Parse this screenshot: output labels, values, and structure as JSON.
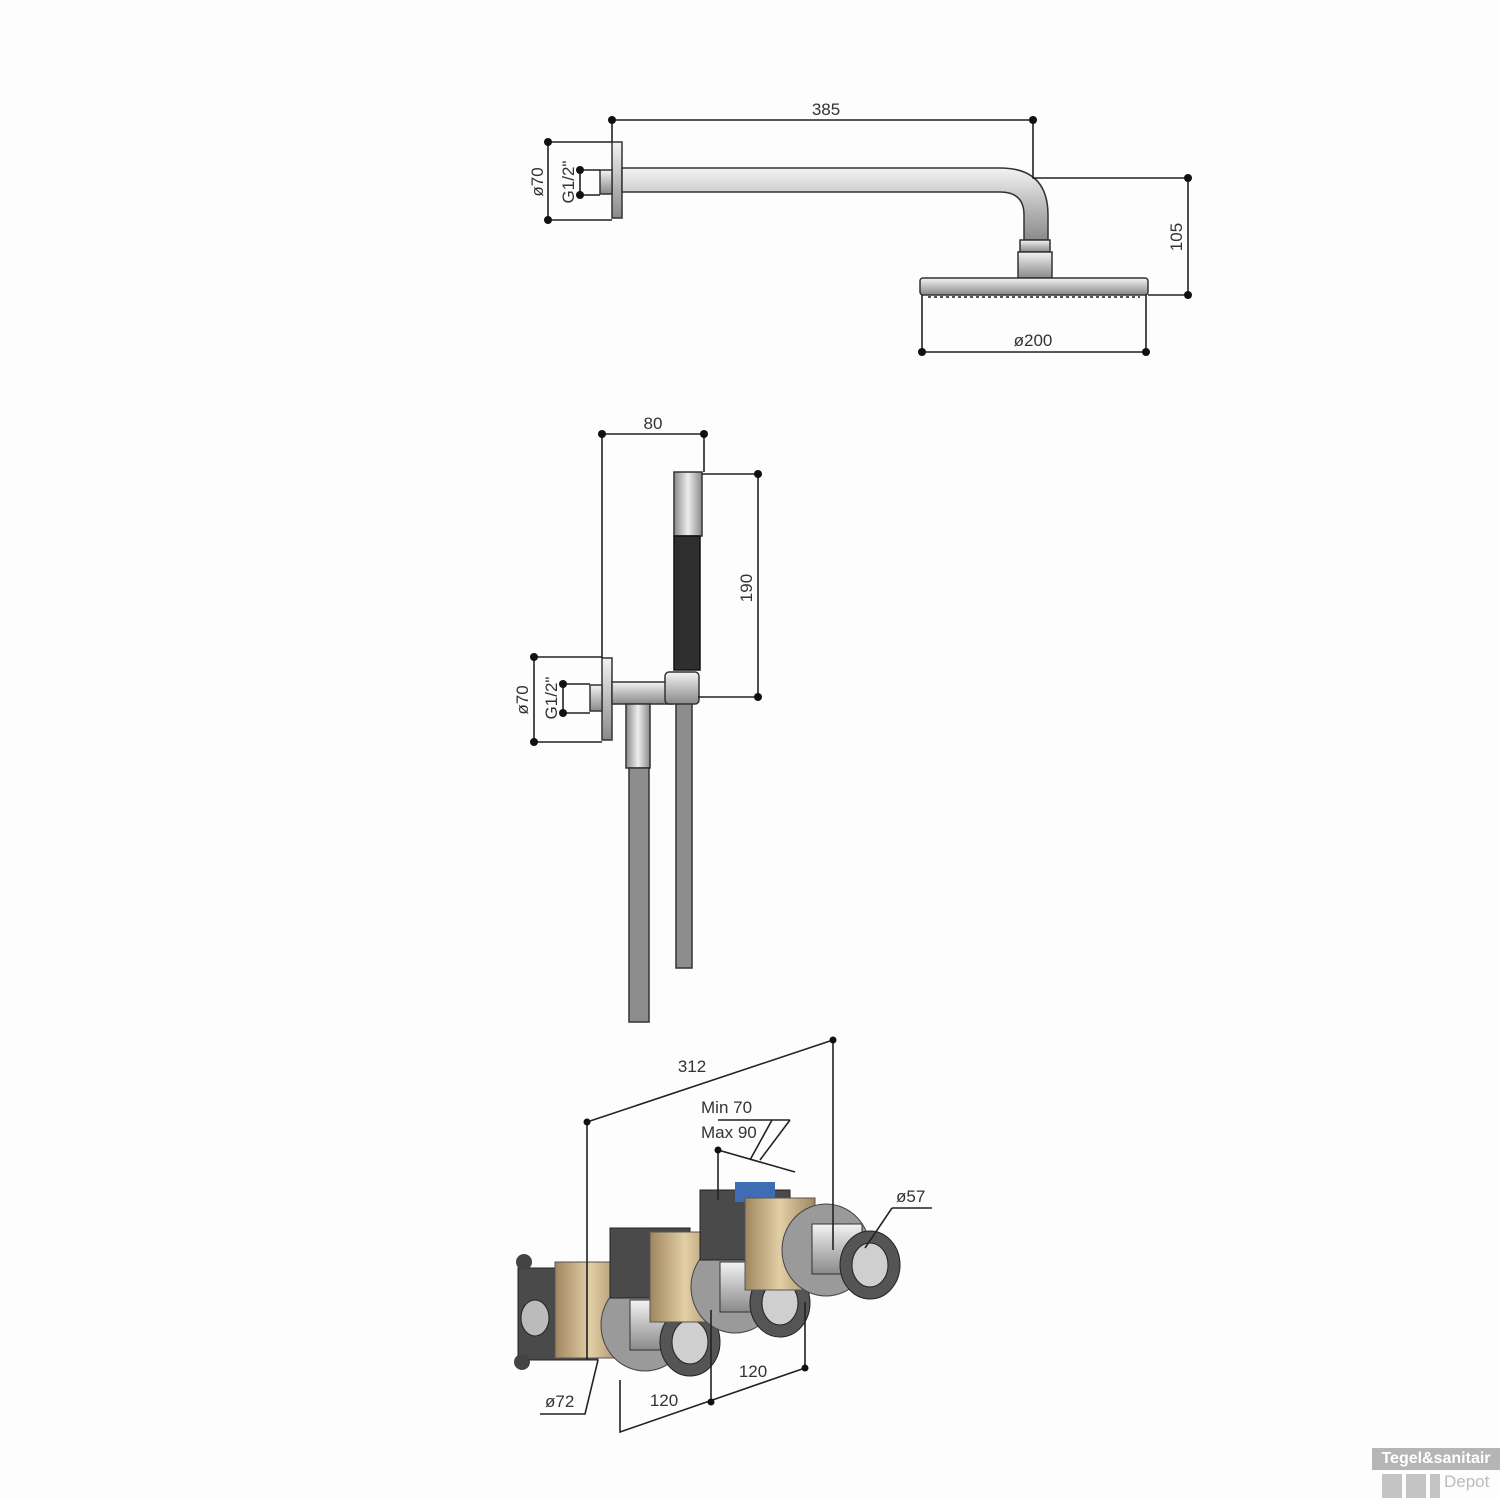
{
  "head_shower_arm": {
    "arm_length": "385",
    "plate_diameter": "ø70",
    "thread": "G1/2\"",
    "drop": "105",
    "head_diameter": "ø200"
  },
  "hand_shower": {
    "width": "80",
    "length": "190",
    "plate_diameter": "ø70",
    "thread": "G1/2\""
  },
  "valve_body": {
    "total_width": "312",
    "depth_min": "Min 70",
    "depth_max": "Max 90",
    "handle_diameter": "ø57",
    "rosette_diameter": "ø72",
    "spacing_1": "120",
    "spacing_2": "120"
  },
  "logo": {
    "brand": "Tegel&sanitair",
    "sub": "Depot"
  }
}
